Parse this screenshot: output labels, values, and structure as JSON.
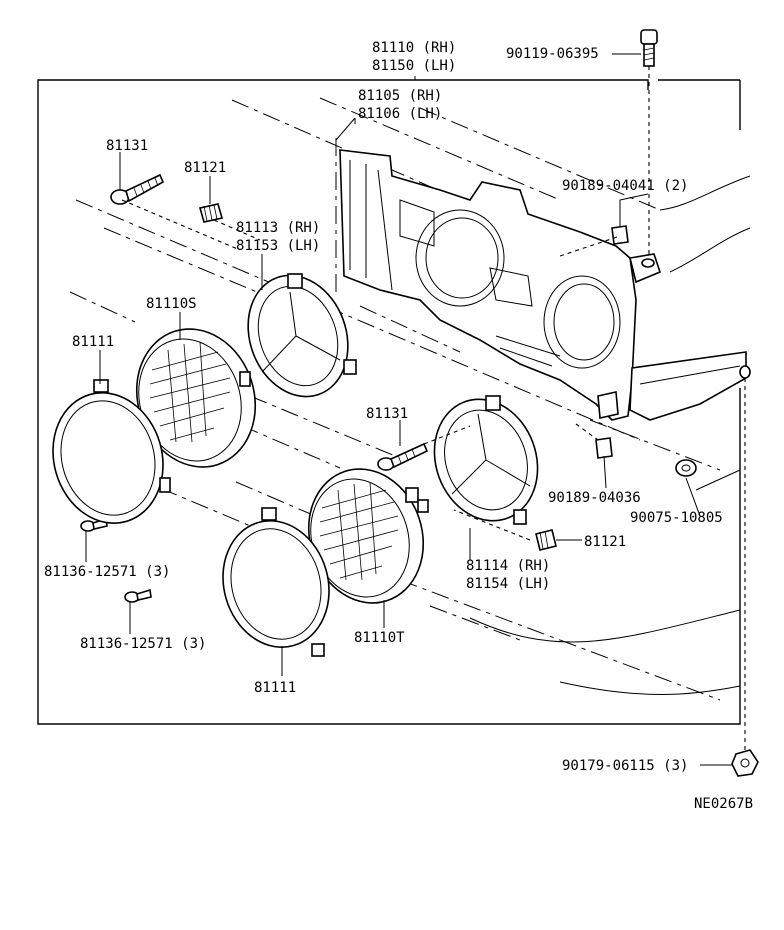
{
  "callouts": {
    "c1": "81110 (RH)",
    "c2": "81150 (LH)",
    "c3": "90119-06395",
    "c4": "81105 (RH)",
    "c5": "81106 (LH)",
    "c6": "81131",
    "c7": "81121",
    "c8": "90189-04041 (2)",
    "c9": "81113 (RH)",
    "c10": "81153 (LH)",
    "c11": "81110S",
    "c12": "81111",
    "c13": "81131",
    "c14": "90189-04036",
    "c15": "90075-10805",
    "c16": "81121",
    "c17": "81114 (RH)",
    "c18": "81154 (LH)",
    "c19": "81136-12571 (3)",
    "c20": "81136-12571 (3)",
    "c21": "81110T",
    "c22": "81111",
    "c23": "90179-06115 (3)",
    "c24": "NE0267B"
  }
}
